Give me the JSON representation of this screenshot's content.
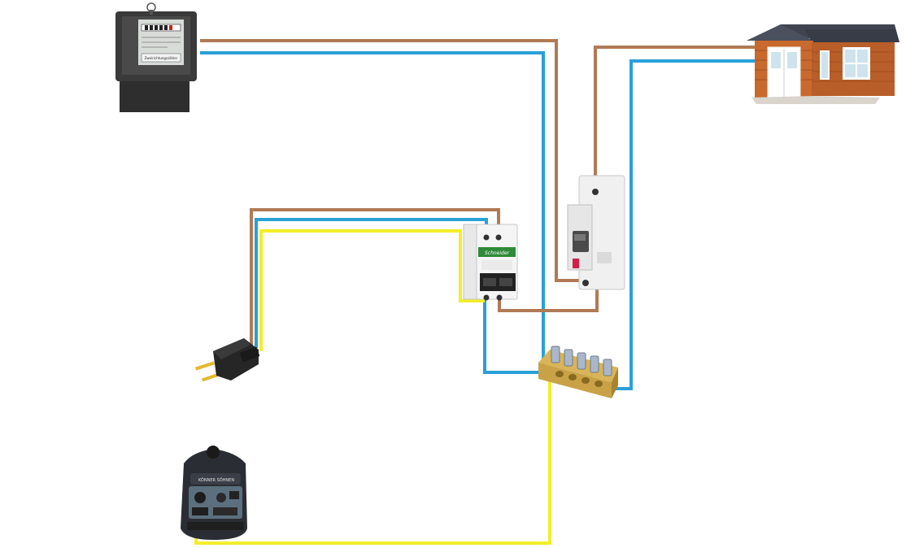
{
  "colors": {
    "wire_brown": "#b07a55",
    "wire_blue": "#2aa0d8",
    "wire_yellow": "#f2ee2a",
    "background": "#ffffff"
  },
  "components": {
    "meter": {
      "icon": "electricity-meter-icon",
      "label": "Zweirichtungszähler"
    },
    "house": {
      "icon": "garden-house-icon"
    },
    "main_breaker": {
      "icon": "single-pole-circuit-breaker-icon"
    },
    "double_breaker": {
      "icon": "two-pole-circuit-breaker-icon",
      "brand": "Schneider"
    },
    "plug": {
      "icon": "schuko-plug-icon"
    },
    "neutral_bar": {
      "icon": "terminal-bus-bar-icon"
    },
    "generator": {
      "icon": "inverter-generator-icon",
      "brand": "KÖNNER SÖHNEN"
    }
  }
}
